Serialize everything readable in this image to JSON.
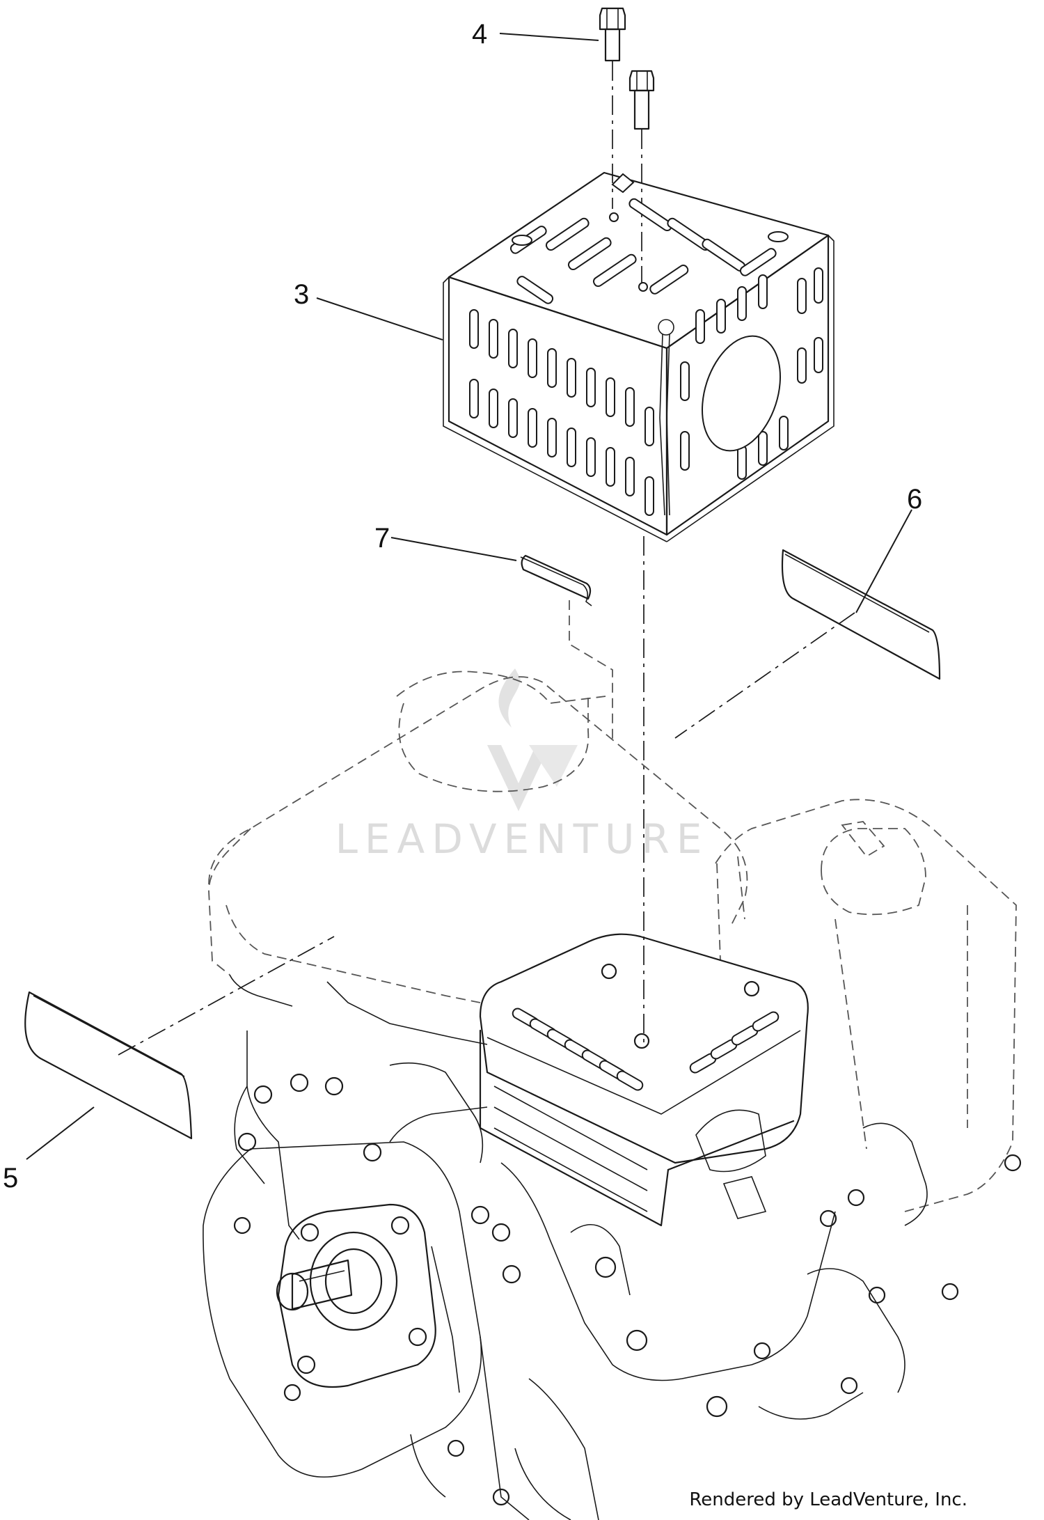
{
  "callouts": {
    "c3": "3",
    "c4": "4",
    "c5": "5",
    "c6": "6",
    "c7": "7"
  },
  "watermark": {
    "text": "LEADVENTURE",
    "color": "#d9d9d9"
  },
  "footer": {
    "credit": "Rendered by LeadVenture, Inc."
  }
}
